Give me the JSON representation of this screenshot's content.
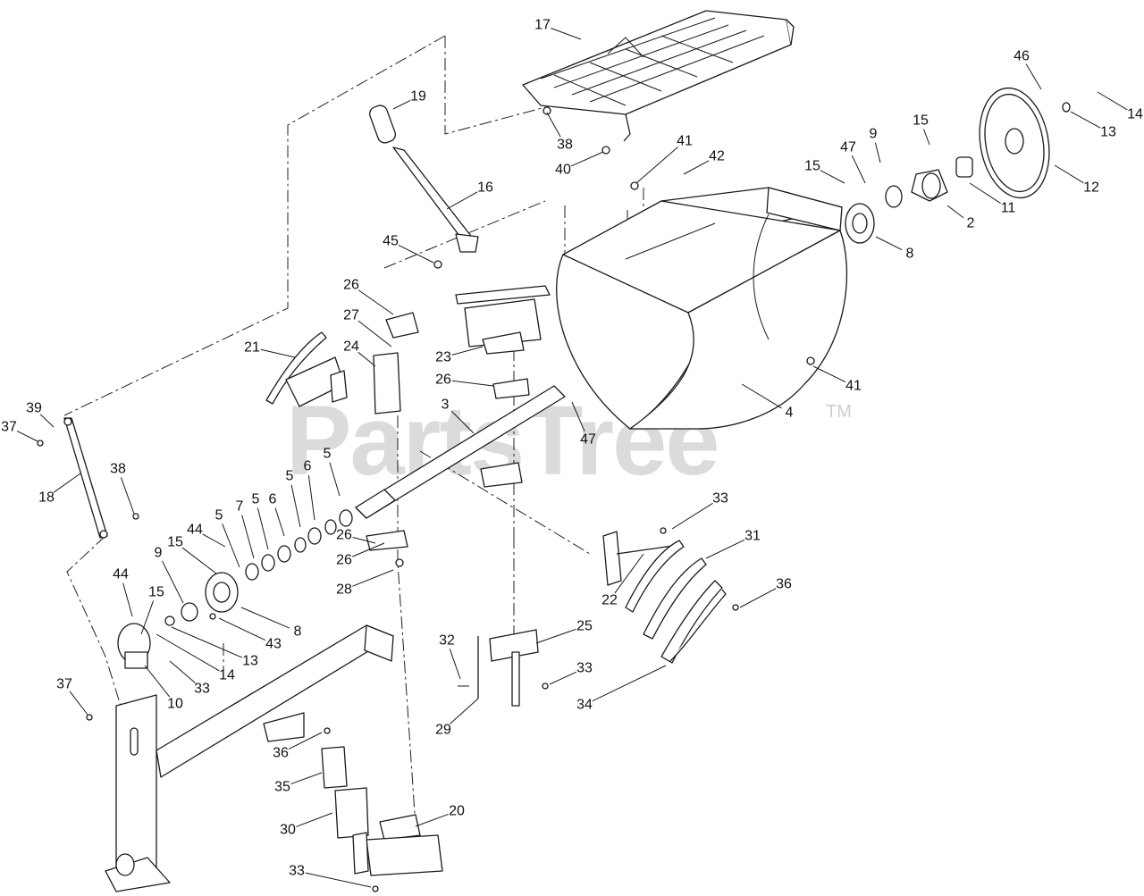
{
  "watermark": {
    "text": "PartsTree",
    "tm": "TM"
  },
  "callouts": [
    {
      "label": "17"
    },
    {
      "label": "19"
    },
    {
      "label": "38"
    },
    {
      "label": "40"
    },
    {
      "label": "41"
    },
    {
      "label": "42"
    },
    {
      "label": "16"
    },
    {
      "label": "46"
    },
    {
      "label": "14"
    },
    {
      "label": "13"
    },
    {
      "label": "12"
    },
    {
      "label": "15"
    },
    {
      "label": "9"
    },
    {
      "label": "47"
    },
    {
      "label": "15"
    },
    {
      "label": "2"
    },
    {
      "label": "11"
    },
    {
      "label": "8"
    },
    {
      "label": "45"
    },
    {
      "label": "26"
    },
    {
      "label": "27"
    },
    {
      "label": "21"
    },
    {
      "label": "24"
    },
    {
      "label": "23"
    },
    {
      "label": "26"
    },
    {
      "label": "3"
    },
    {
      "label": "47"
    },
    {
      "label": "41"
    },
    {
      "label": "4"
    },
    {
      "label": "39"
    },
    {
      "label": "37"
    },
    {
      "label": "18"
    },
    {
      "label": "38"
    },
    {
      "label": "5"
    },
    {
      "label": "6"
    },
    {
      "label": "5"
    },
    {
      "label": "6"
    },
    {
      "label": "5"
    },
    {
      "label": "7"
    },
    {
      "label": "5"
    },
    {
      "label": "44"
    },
    {
      "label": "15"
    },
    {
      "label": "9"
    },
    {
      "label": "26"
    },
    {
      "label": "26"
    },
    {
      "label": "28"
    },
    {
      "label": "44"
    },
    {
      "label": "15"
    },
    {
      "label": "43"
    },
    {
      "label": "8"
    },
    {
      "label": "13"
    },
    {
      "label": "14"
    },
    {
      "label": "33"
    },
    {
      "label": "10"
    },
    {
      "label": "37"
    },
    {
      "label": "33"
    },
    {
      "label": "31"
    },
    {
      "label": "36"
    },
    {
      "label": "22"
    },
    {
      "label": "25"
    },
    {
      "label": "32"
    },
    {
      "label": "33"
    },
    {
      "label": "29"
    },
    {
      "label": "34"
    },
    {
      "label": "36"
    },
    {
      "label": "35"
    },
    {
      "label": "30"
    },
    {
      "label": "20"
    },
    {
      "label": "33"
    }
  ]
}
